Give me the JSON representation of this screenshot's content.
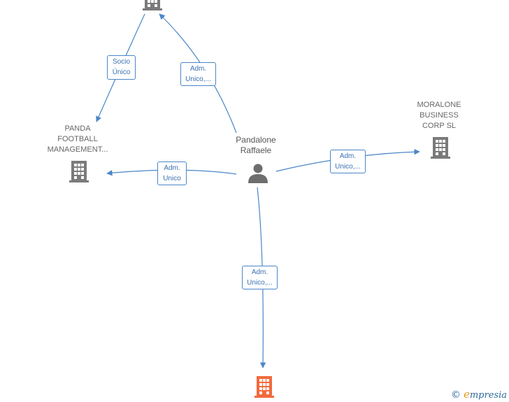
{
  "colors": {
    "edge": "#4a86c8",
    "building": "#7a7a7a",
    "building_highlight": "#f26a3c",
    "person": "#6e6e6e"
  },
  "nodes": {
    "top_company": {
      "icon": "building-icon"
    },
    "panda": {
      "label_lines": [
        "PANDA",
        "FOOTBALL",
        "MANAGEMENT..."
      ],
      "icon": "building-icon"
    },
    "moralone": {
      "label_lines": [
        "MORALONE",
        "BUSINESS",
        "CORP  SL"
      ],
      "icon": "building-icon"
    },
    "person": {
      "label_lines": [
        "Pandalone",
        "Raffaele"
      ],
      "icon": "person-icon"
    },
    "bottom_company": {
      "icon": "building-icon",
      "highlight": true
    }
  },
  "edges": {
    "socio_unico": {
      "label_lines": [
        "Socio",
        "Único"
      ]
    },
    "adm_top": {
      "label_lines": [
        "Adm.",
        "Unico,..."
      ]
    },
    "adm_panda": {
      "label_lines": [
        "Adm.",
        "Unico"
      ]
    },
    "adm_moralone": {
      "label_lines": [
        "Adm.",
        "Unico,..."
      ]
    },
    "adm_bottom": {
      "label_lines": [
        "Adm.",
        "Unico,..."
      ]
    }
  },
  "brand": {
    "copyright": "©",
    "initial": "e",
    "rest": "mpresia"
  }
}
